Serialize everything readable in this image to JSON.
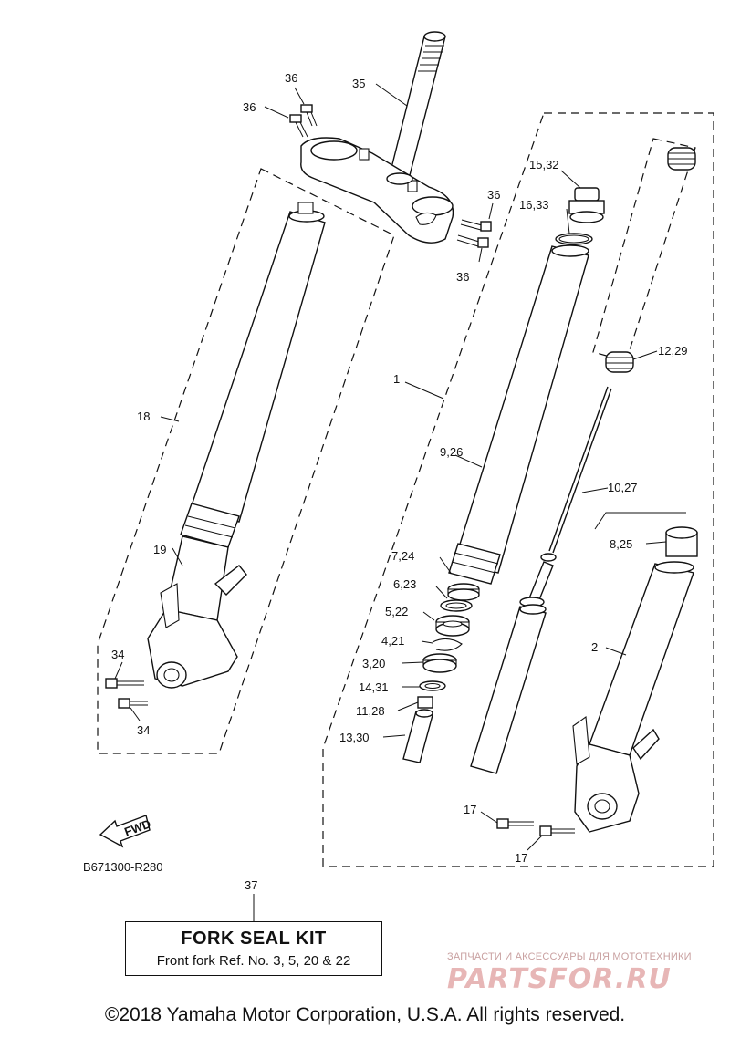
{
  "diagram": {
    "diagram_code": "B671300-R280",
    "fwd_label": "FWD",
    "labels": {
      "l35": "35",
      "l36a": "36",
      "l36b": "36",
      "l36c": "36",
      "l36d": "36",
      "l18": "18",
      "l19": "19",
      "l34a": "34",
      "l34b": "34",
      "l1": "1",
      "l15_32": "15,32",
      "l16_33": "16,33",
      "l12_29": "12,29",
      "l9_26": "9,26",
      "l10_27": "10,27",
      "l8_25": "8,25",
      "l7_24": "7,24",
      "l6_23": "6,23",
      "l5_22": "5,22",
      "l4_21": "4,21",
      "l3_20": "3,20",
      "l14_31": "14,31",
      "l11_28": "11,28",
      "l13_30": "13,30",
      "l2": "2",
      "l17a": "17",
      "l17b": "17",
      "l37": "37"
    }
  },
  "kit": {
    "title": "FORK SEAL KIT",
    "subtitle": "Front fork Ref. No. 3, 5, 20 & 22"
  },
  "watermark": {
    "tagline": "ЗАПЧАСТИ И АКСЕССУАРЫ ДЛЯ МОТОТЕХНИКИ",
    "logo_text": "PARTSFOR.RU"
  },
  "footer": {
    "copyright": "©2018 Yamaha Motor Corporation, U.S.A. All rights reserved."
  }
}
